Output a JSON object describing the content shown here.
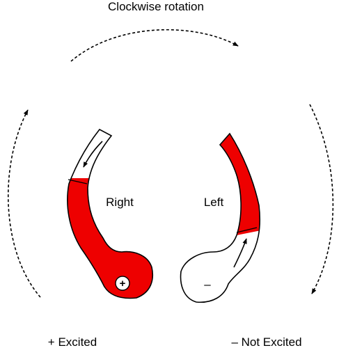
{
  "title": "Clockwise rotation",
  "canals": {
    "right": {
      "label": "Right",
      "sign": "+",
      "excited_fill": "#ee0000"
    },
    "left": {
      "label": "Left",
      "sign": "–",
      "unexcited_fill": "#ffffff"
    }
  },
  "legend": {
    "excited": "+ Excited",
    "not_excited": "– Not Excited"
  },
  "colors": {
    "stroke": "#000000",
    "excited": "#ee0000",
    "background": "#ffffff"
  }
}
